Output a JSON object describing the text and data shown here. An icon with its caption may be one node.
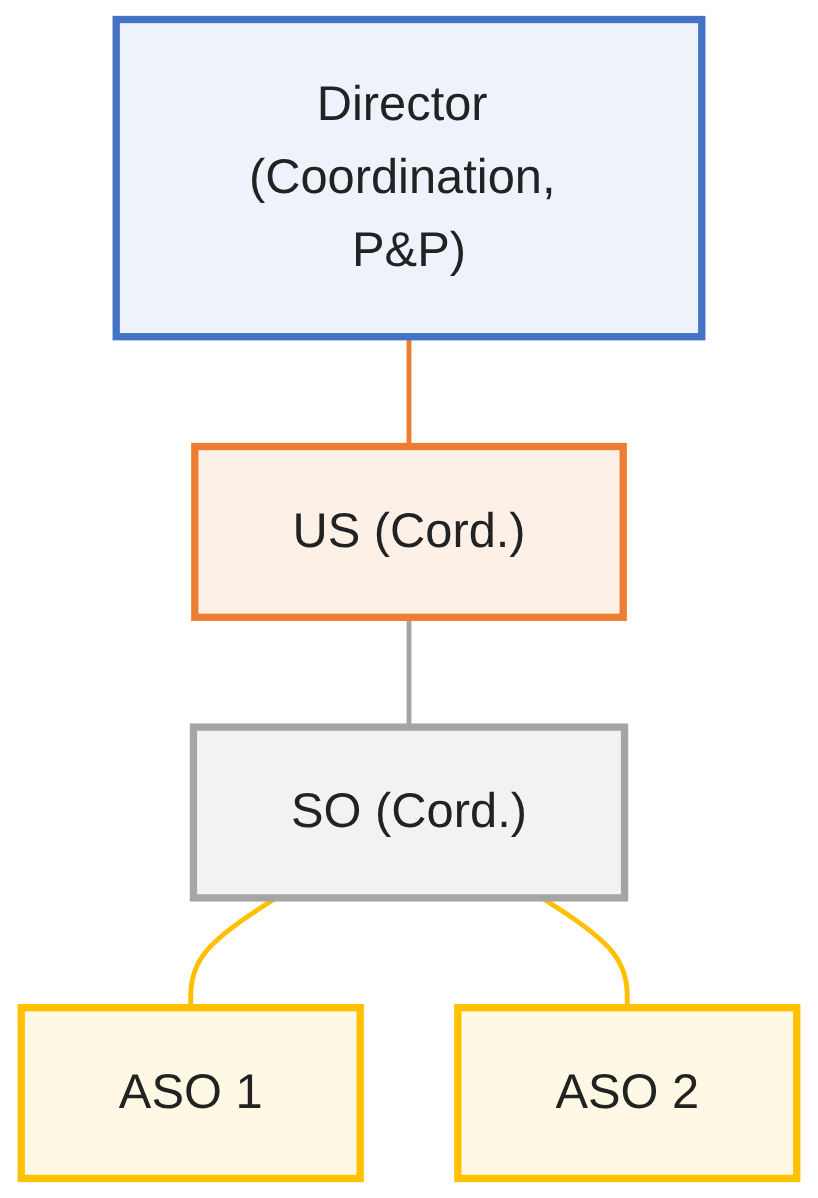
{
  "diagram": {
    "nodes": [
      {
        "text": [
          "Director (Coordination, P&P)"
        ]
      },
      {
        "text": [
          "US (Cord.)"
        ]
      },
      {
        "text": [
          "SO (Cord.)"
        ]
      },
      {
        "text": [
          "ASO 1"
        ]
      },
      {
        "text": [
          "ASO 2"
        ]
      }
    ],
    "edges": [
      {
        "from": 0,
        "to": 1,
        "arrow": "none",
        "color": "#ed7d31"
      },
      {
        "from": 1,
        "to": 2,
        "arrow": "none",
        "color": "#a5a5a5"
      },
      {
        "from": 2,
        "to": 3,
        "arrow": "none"
      },
      {
        "from": 2,
        "to": 4,
        "arrow": "none"
      }
    ]
  }
}
